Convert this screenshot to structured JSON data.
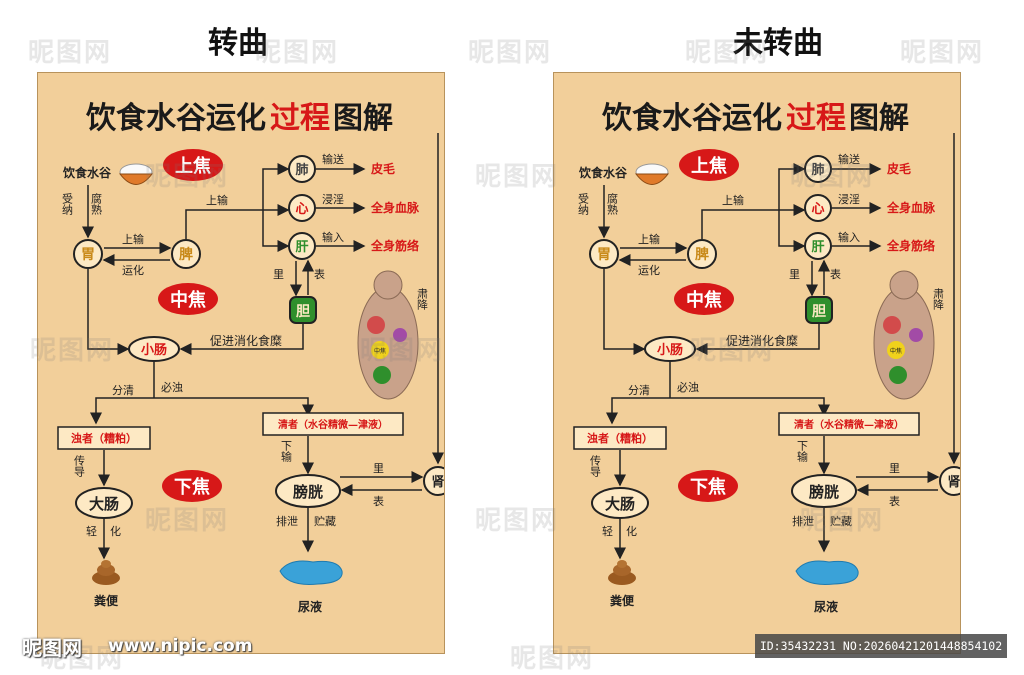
{
  "left_title": "转曲",
  "right_title": "未转曲",
  "diagram": {
    "title_a": "饮食水谷运化",
    "title_b": "过程",
    "title_c": "图解",
    "food": "饮食水谷",
    "receive": "受纳",
    "decompose": "腐熟",
    "upper_jiao": "上焦",
    "middle_jiao": "中焦",
    "lower_jiao": "下焦",
    "stomach": "胃",
    "spleen": "脾",
    "lung": "肺",
    "heart": "心",
    "liver": "肝",
    "gallbladder": "胆",
    "small_intestine": "小肠",
    "large_intestine": "大肠",
    "bladder": "膀胱",
    "kidney": "肾",
    "up_transport": "上输",
    "up_transport2": "上输",
    "transform": "运化",
    "deliver": "输送",
    "infuse": "浸淫",
    "input": "输入",
    "skin_hair": "皮毛",
    "blood_vessels": "全身血脉",
    "tendons": "全身筋络",
    "interior": "里",
    "exterior": "表",
    "digest": "促进消化食糜",
    "separate": "分清",
    "excrete": "必浊",
    "turbid": "浊者（糟粕）",
    "clear": "清者（水谷精微—津液）",
    "pass": "传导",
    "down_transport": "下输",
    "descend": "肃降",
    "light": "轻",
    "transform2": "化",
    "discharge": "排泄",
    "store": "贮藏",
    "bladder_kidney_in": "里",
    "bladder_kidney_out": "表",
    "feces": "粪便",
    "urine": "尿液",
    "body_label": "中焦"
  },
  "watermark": "昵图网",
  "footer": {
    "logo": "昵图网",
    "site": "www.nipic.com",
    "id": "ID:35432231 NO:20260421201448854102"
  },
  "colors": {
    "panel": "#f2cf9a",
    "red": "#d71818",
    "organ_fill": "#fde9c4",
    "green": "#2f8f2c"
  }
}
